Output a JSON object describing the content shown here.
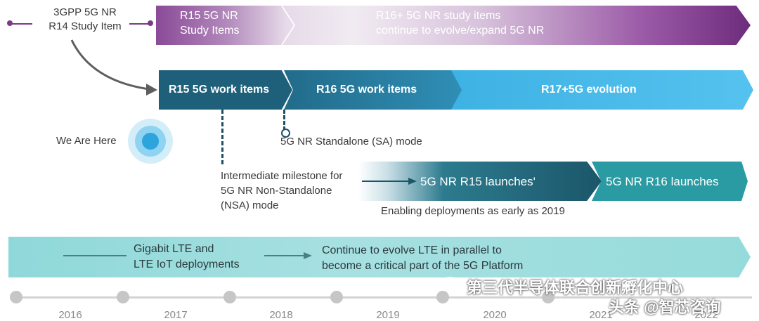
{
  "study": {
    "r14_line1": "3GPP 5G NR",
    "r14_line2": "R14 Study Item",
    "r15_line1": "R15 5G NR",
    "r15_line2": "Study Items",
    "r16_line1": "R16+ 5G NR study items",
    "r16_line2": "continue to evolve/expand 5G NR"
  },
  "work": {
    "r15": "R15 5G work items",
    "r16": "R16 5G work items",
    "r17": "R17+5G evolution"
  },
  "here_label": "We Are Here",
  "notes": {
    "sa": "5G NR Standalone (SA) mode",
    "nsa_line1": "Intermediate milestone for",
    "nsa_line2": "5G NR Non-Standalone",
    "nsa_line3": "(NSA) mode"
  },
  "launch": {
    "r15": "5G NR R15 launches'",
    "r16": "5G NR R16 launches",
    "early": "Enabling deployments as early as 2019"
  },
  "lte": {
    "left_line1": "Gigabit LTE and",
    "left_line2": "LTE IoT deployments",
    "right_line1": "Continue to evolve LTE in parallel to",
    "right_line2": "become a critical part of the 5G Platform"
  },
  "timeline": {
    "years": [
      "2016",
      "2017",
      "2018",
      "2019",
      "2020",
      "2021",
      "2022"
    ]
  },
  "watermark": {
    "line1": "第三代半导体联合创新孵化中心",
    "line2": "头条 @智芯咨询"
  },
  "colors": {
    "purple": "#7a3b86",
    "work_dark": "#1e5f7a",
    "work_mid": "#2f8fb6",
    "work_light": "#48b9e9",
    "launch_dark": "#1b566a",
    "launch_teal": "#2a9aa3",
    "lte_band": "#9fdcdd"
  }
}
